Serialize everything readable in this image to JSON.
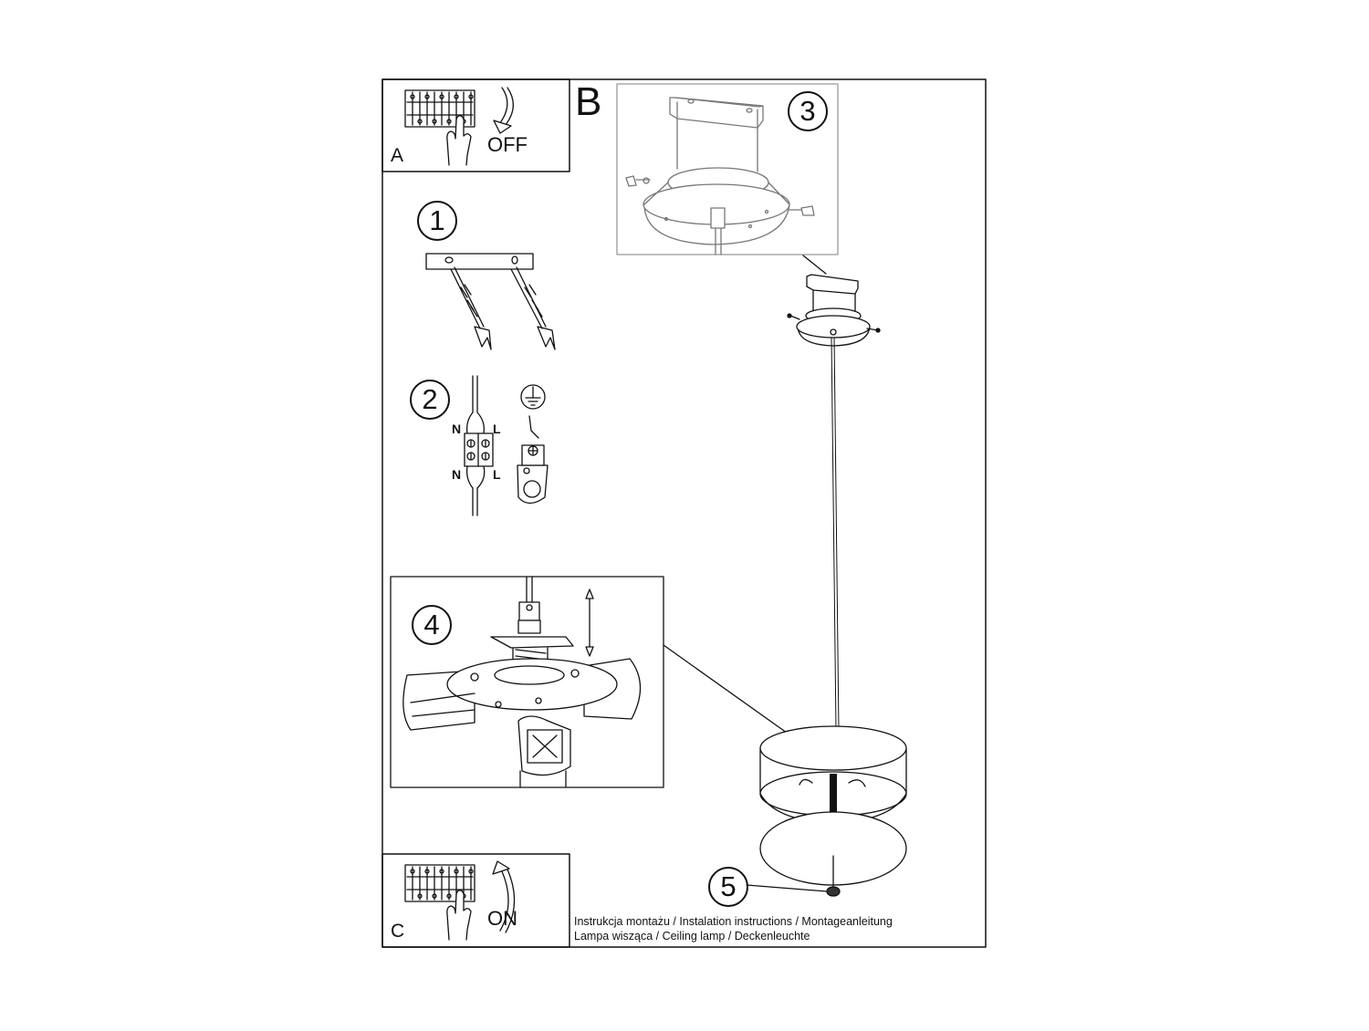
{
  "panels": {
    "a": {
      "letter": "A",
      "word": "OFF"
    },
    "b": {
      "letter": "B"
    },
    "c": {
      "letter": "C",
      "word": "ON"
    }
  },
  "steps": [
    "1",
    "2",
    "3",
    "4",
    "5"
  ],
  "wiring": {
    "neutral": "N",
    "live": "L"
  },
  "caption": {
    "line1": "Instrukcja montażu / Instalation instructions / Montageanleitung",
    "line2": "Lampa wisząca / Ceiling lamp / Deckenleuchte"
  }
}
